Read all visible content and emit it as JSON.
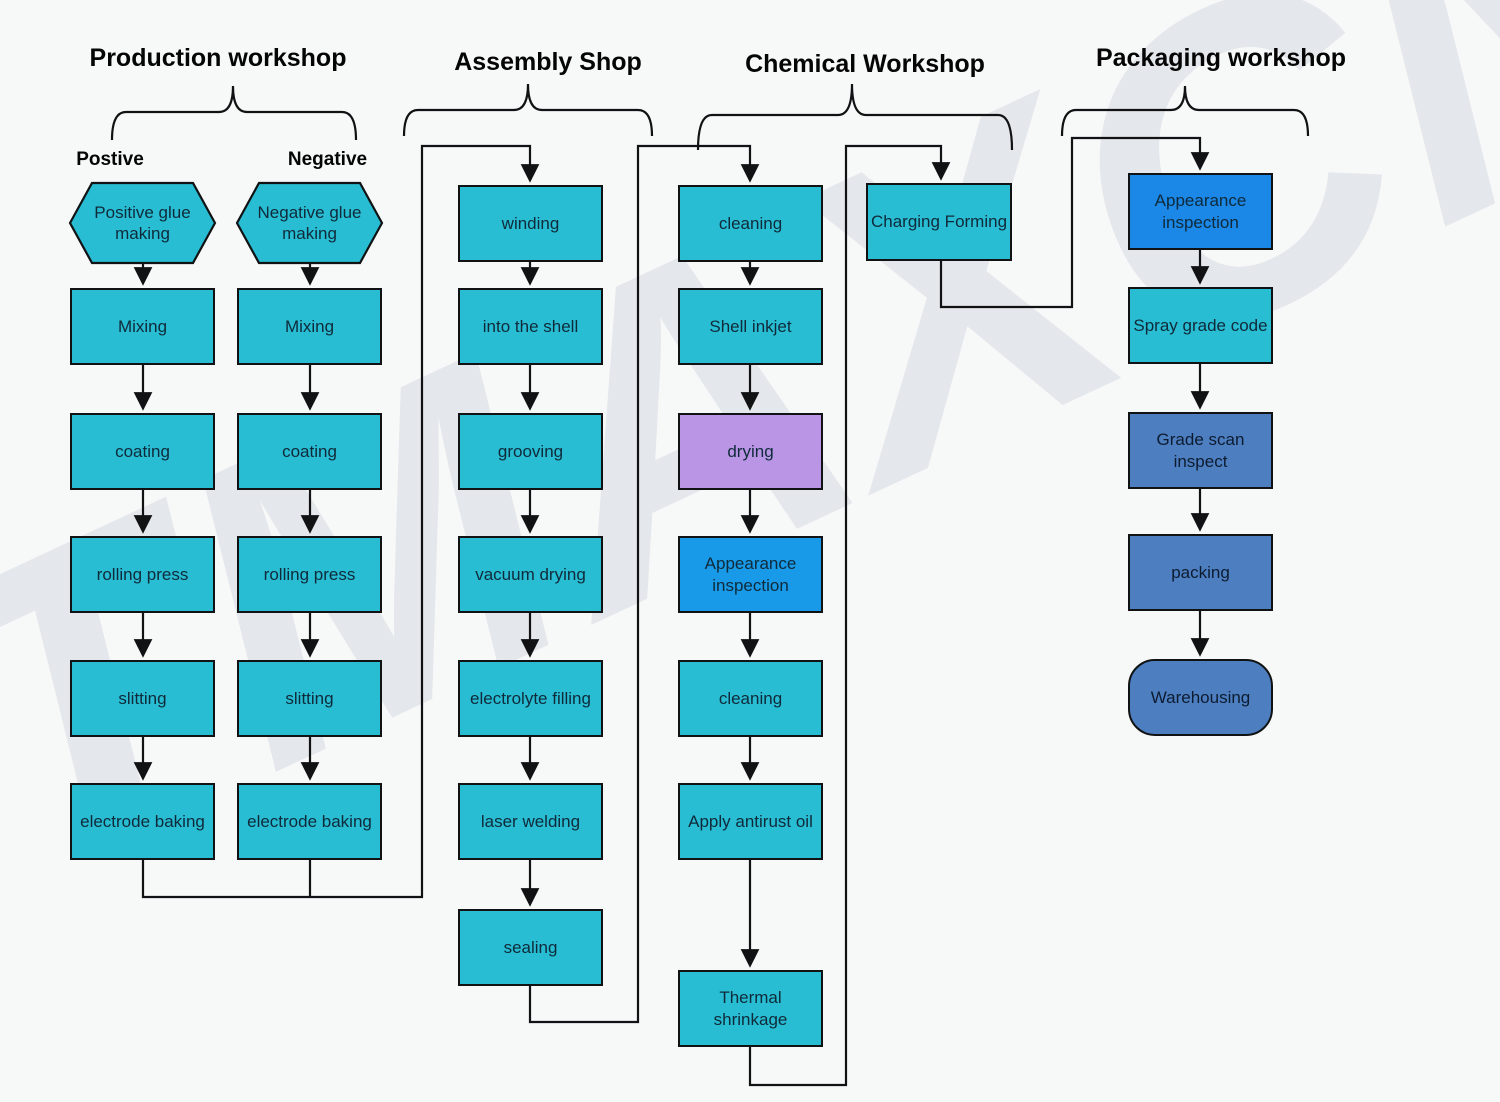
{
  "watermark": {
    "text": "TMAXCN"
  },
  "colors": {
    "teal": "#28bdd2",
    "blue": "#199ae8",
    "blue2": "#1b87e6",
    "purple": "#ba95e6",
    "steel": "#4d7fc0",
    "line": "#101214",
    "text": "#0f2a3a",
    "bg": "#f7f8f8",
    "watermark": "#e4e7eb"
  },
  "production": {
    "title": "Production workshop",
    "positive_label": "Postive",
    "negative_label": "Negative",
    "positive": [
      "Positive glue making",
      "Mixing",
      "coating",
      "rolling press",
      "slitting",
      "electrode baking"
    ],
    "negative": [
      "Negative glue making",
      "Mixing",
      "coating",
      "rolling press",
      "slitting",
      "electrode baking"
    ]
  },
  "assembly": {
    "title": "Assembly Shop",
    "steps": [
      "winding",
      "into the shell",
      "grooving",
      "vacuum drying",
      "electrolyte filling",
      "laser welding",
      "sealing"
    ]
  },
  "chemical": {
    "title": "Chemical Workshop",
    "charging": "Charging Forming",
    "steps": [
      "cleaning",
      "Shell inkjet",
      "drying",
      "Appearance inspection",
      "cleaning",
      "Apply antirust oil",
      "Thermal shrinkage"
    ]
  },
  "packaging": {
    "title": "Packaging workshop",
    "steps": [
      "Appearance inspection",
      "Spray grade code",
      "Grade scan inspect",
      "packing",
      "Warehousing"
    ]
  }
}
